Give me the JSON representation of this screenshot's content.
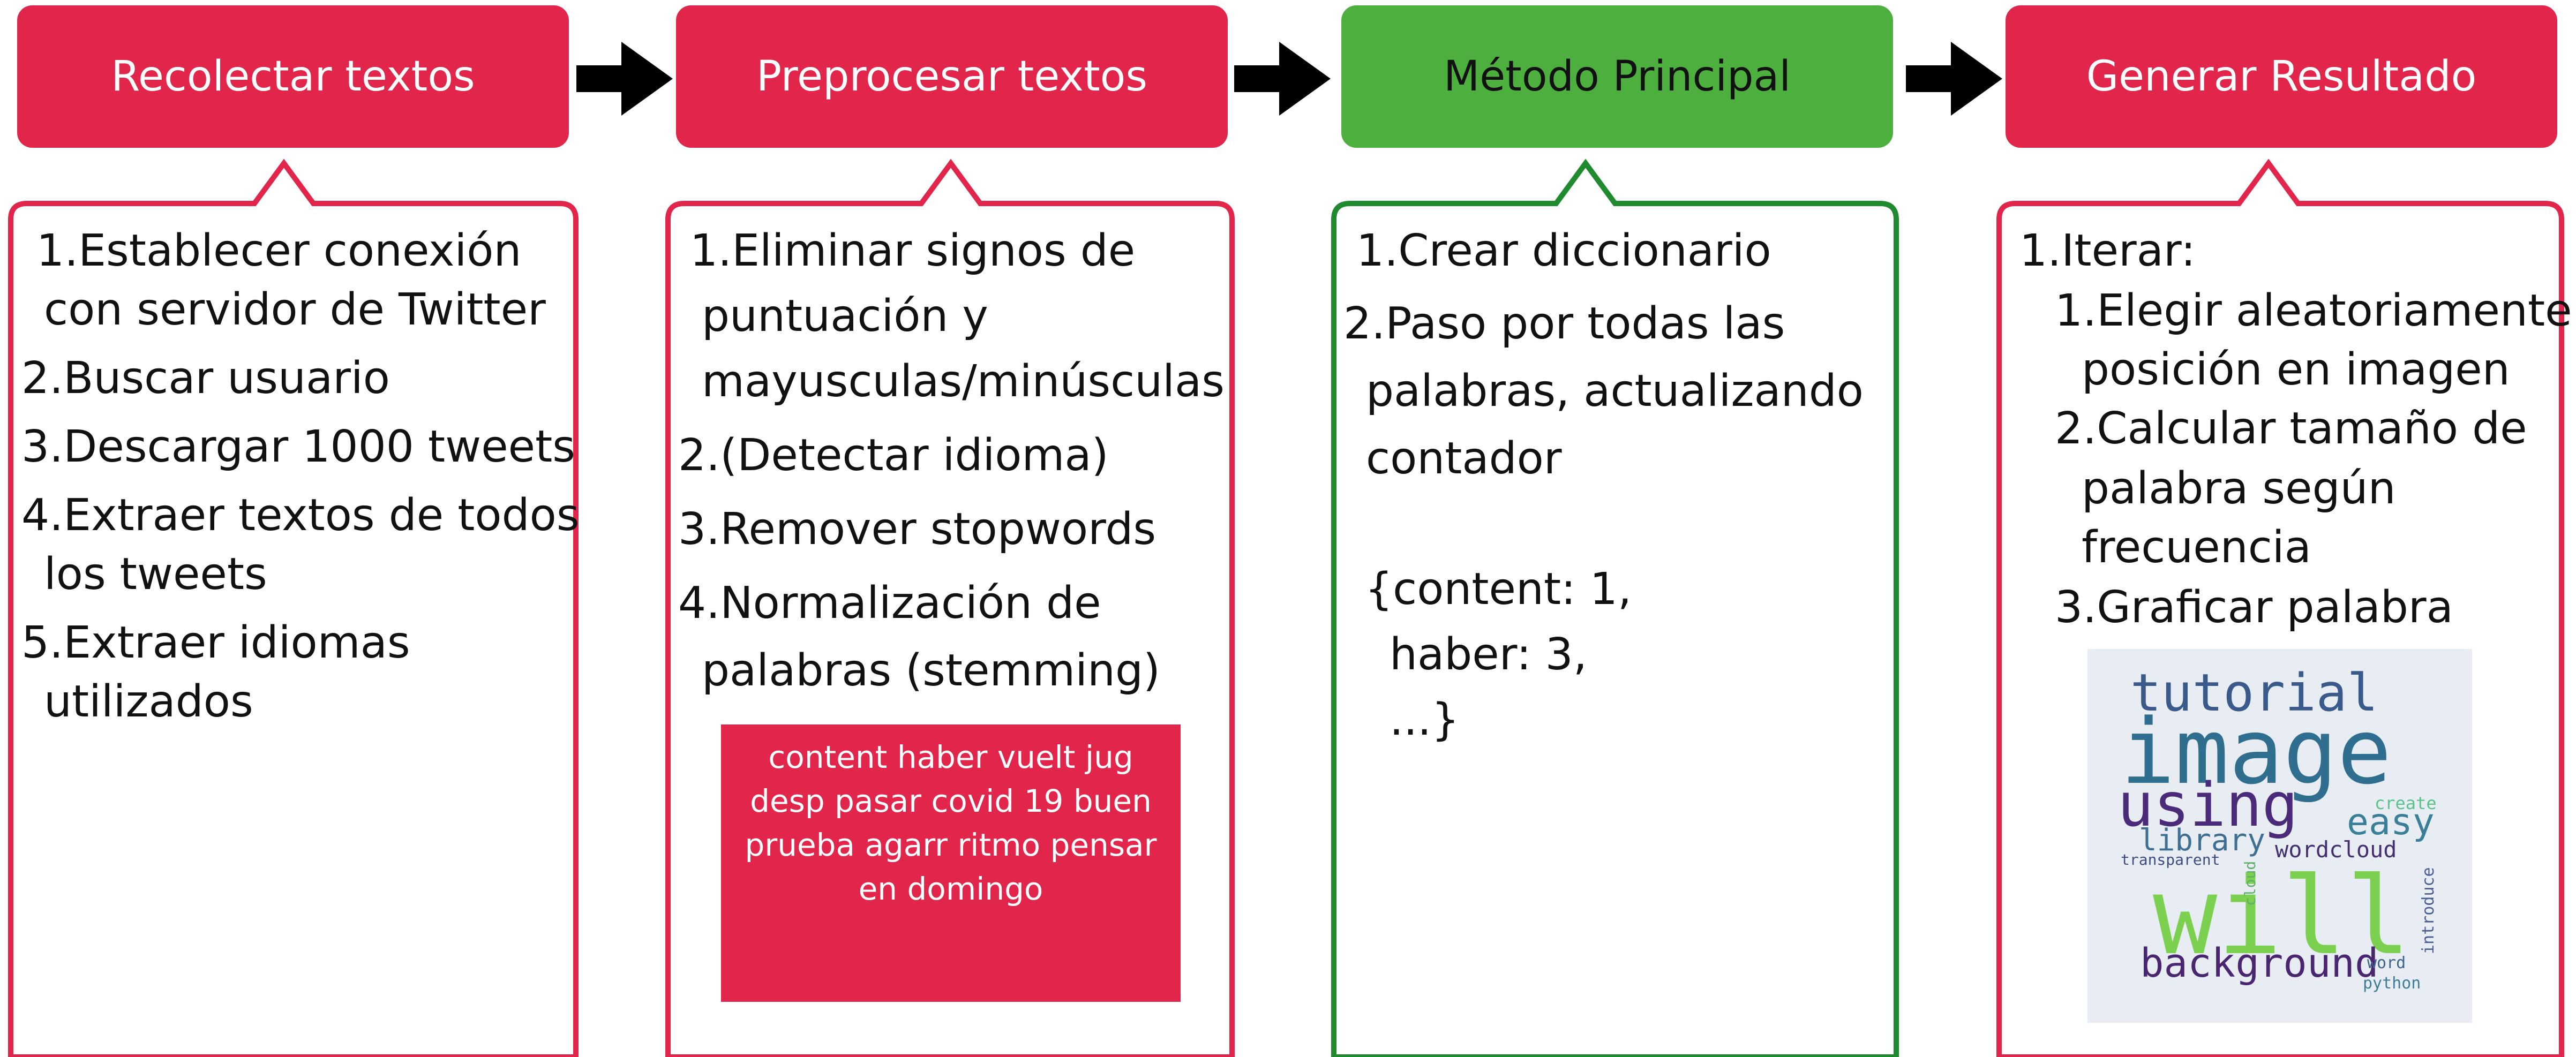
{
  "colors": {
    "red": "#e2254a",
    "green": "#4caf3e",
    "dark_green": "#1f8a2e",
    "arrow": "#000000"
  },
  "steps": [
    {
      "title": "Recolectar textos",
      "lines": [
        "1.Establecer conexión",
        "con servidor de Twitter",
        "2.Buscar usuario",
        "3.Descargar 1000 tweets",
        "4.Extraer textos de todos",
        "los tweets",
        "5.Extraer idiomas",
        "utilizados"
      ]
    },
    {
      "title": "Preprocesar textos",
      "lines": [
        "1.Eliminar signos de",
        "puntuación y",
        "mayusculas/minúsculas",
        "2.(Detectar idioma)",
        "3.Remover stopwords",
        "4.Normalización de",
        "palabras (stemming)"
      ],
      "example_lines": [
        "content haber vuelt jug",
        "desp pasar covid 19  buen",
        "prueba agarr ritmo pensar",
        "en domingo"
      ]
    },
    {
      "title": "Método Principal",
      "lines": [
        "1.Crear diccionario",
        "2.Paso por todas las",
        "palabras, actualizando",
        "contador",
        "{content: 1,",
        "haber: 3,",
        "...}"
      ]
    },
    {
      "title": "Generar Resultado",
      "lines": [
        "1.Iterar:",
        "1.Elegir aleatoriamente",
        "posición en imagen",
        "2.Calcular tamaño de",
        "palabra según",
        "frecuencia",
        "3.Graficar palabra"
      ],
      "wordcloud": [
        {
          "word": "tutorial",
          "color": "#3b5a8c"
        },
        {
          "word": "image",
          "color": "#2f6e8e"
        },
        {
          "word": "using",
          "color": "#4b2a7a"
        },
        {
          "word": "easy",
          "color": "#3a7f97"
        },
        {
          "word": "create",
          "color": "#5cc18a"
        },
        {
          "word": "library",
          "color": "#3e6f93"
        },
        {
          "word": "wordcloud",
          "color": "#45306f"
        },
        {
          "word": "transparent",
          "color": "#3d4d80"
        },
        {
          "word": "will",
          "color": "#7bd04f"
        },
        {
          "word": "cloud",
          "color": "#5fae6a"
        },
        {
          "word": "introduce",
          "color": "#4a5c90"
        },
        {
          "word": "background",
          "color": "#4a2670"
        },
        {
          "word": "word",
          "color": "#3e6388"
        },
        {
          "word": "python",
          "color": "#3f7d94"
        }
      ]
    }
  ]
}
